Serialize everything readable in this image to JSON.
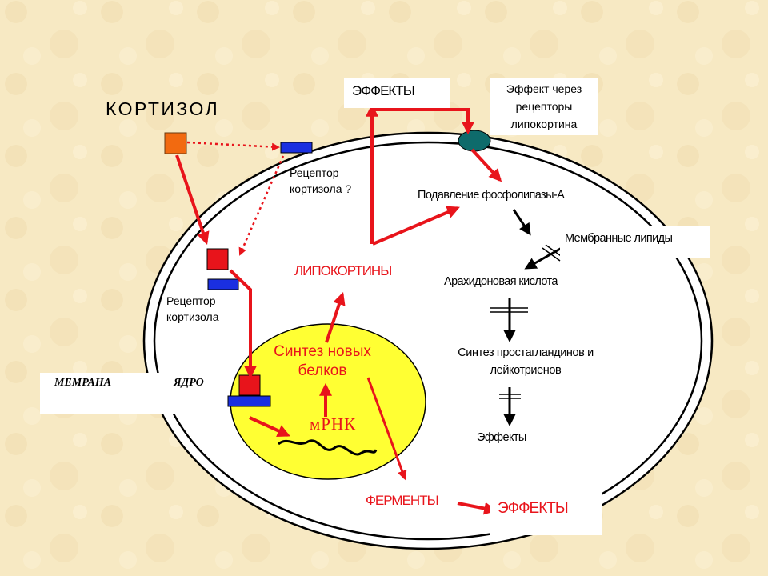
{
  "labels": {
    "cortisol": "КОРТИЗОЛ",
    "effects_top": "ЭФФЕКТЫ",
    "effect_via_receptors": "Эффект через рецепторы липокортина",
    "receptor_question": "Рецептор кортизола ?",
    "phospholipase_suppression": "Подавление фосфолипазы-А",
    "membrane_lipids": "Мембранные липиды",
    "lipocortins": "ЛИПОКОРТИНЫ",
    "arachidonic_acid": "Арахидоновая кислота",
    "receptor": "Рецептор кортизола",
    "protein_synthesis": "Синтез новых белков",
    "prostaglandin_synthesis": "Синтез простагландинов и лейкотриенов",
    "membrane": "МЕМРАНА",
    "nucleus": "ЯДРО",
    "mrna": "мРНК",
    "effects_right": "Эффекты",
    "enzymes": "ФЕРМЕНТЫ",
    "effects_bottom": "ЭФФЕКТЫ"
  },
  "colors": {
    "background": "#f7e8c0",
    "arrow_red": "#e8141b",
    "nucleus_fill": "#ffff33",
    "cortisol_square": "#f26a10",
    "receptor_red": "#e8141b",
    "receptor_blue": "#1a2fe0",
    "lipocortin_receptor": "#0e6b6b"
  }
}
